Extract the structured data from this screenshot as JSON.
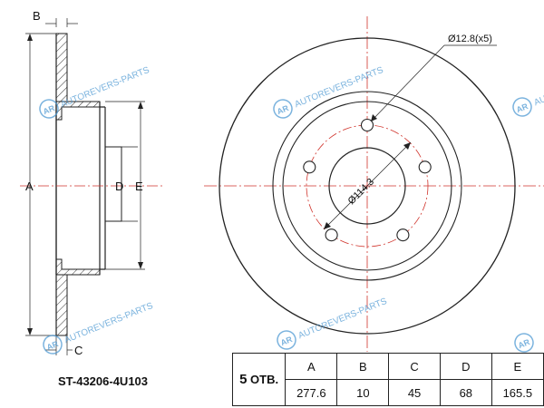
{
  "part_number": "ST-43206-4U103",
  "dimension_letters": {
    "A": "A",
    "B": "B",
    "C": "C",
    "D": "D",
    "E": "E"
  },
  "bolt_hole_label": "Ø12.8(x5)",
  "pcd_label": "Ø114.3",
  "watermark": "AUTOREVERS-PARTS",
  "watermark_logo": "AR",
  "specs_table": {
    "holes_count": "5",
    "holes_suffix": "ОТВ.",
    "headers": [
      "A",
      "B",
      "C",
      "D",
      "E"
    ],
    "values": [
      "277.6",
      "10",
      "45",
      "68",
      "165.5"
    ]
  },
  "colors": {
    "line": "#222222",
    "centerline": "#d0342c",
    "watermark": "#4f9ad3"
  }
}
